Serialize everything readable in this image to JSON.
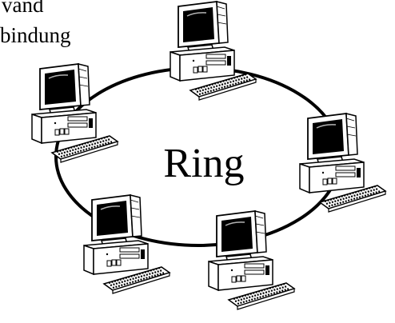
{
  "diagram": {
    "corner_label": {
      "line1": "vand",
      "line2": "bindung"
    },
    "center_label": "Ring",
    "node_count": 5,
    "node_icon": "desktop-computer-icon",
    "colors": {
      "ink": "#000000",
      "paper": "#ffffff",
      "screen": "#000000"
    }
  }
}
